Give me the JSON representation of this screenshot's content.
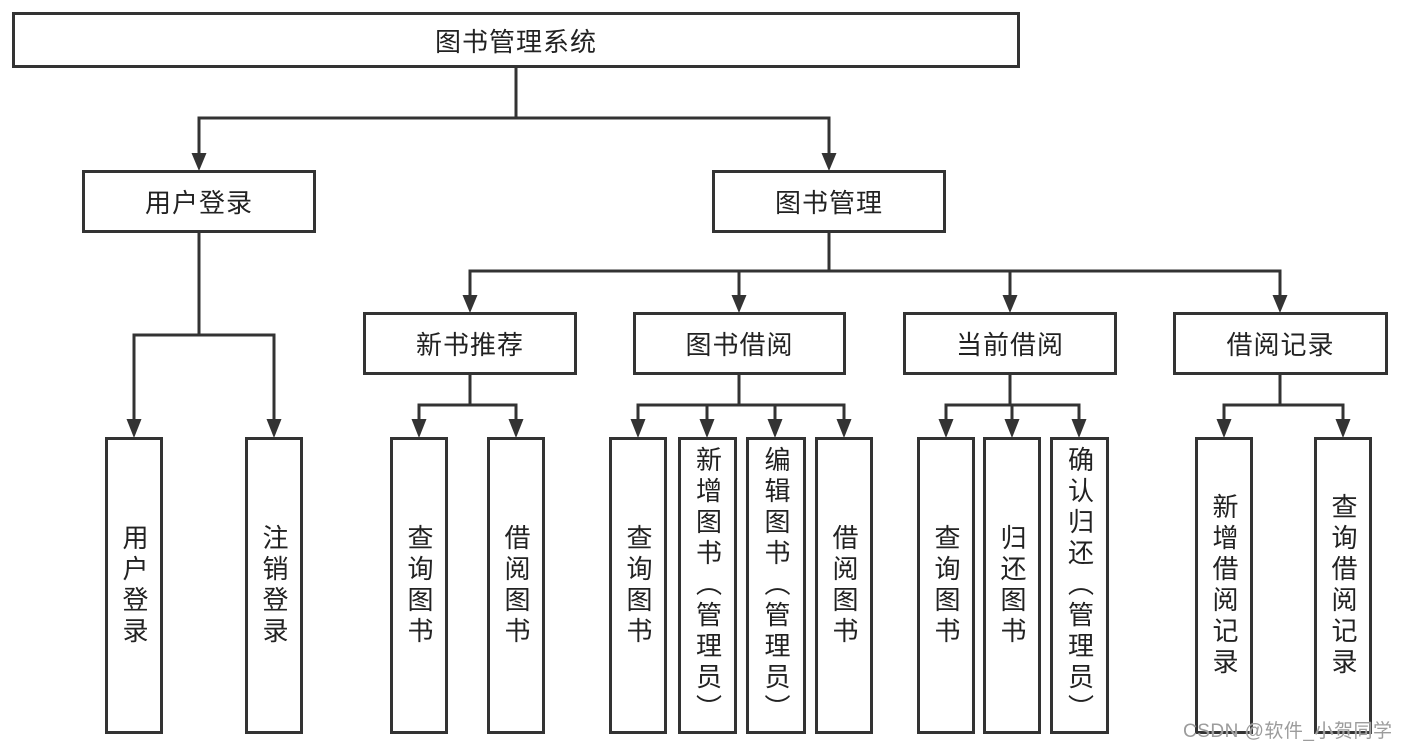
{
  "diagram_type": "hierarchy",
  "colors": {
    "line": "#333333",
    "text": "#222222",
    "background": "#ffffff",
    "watermark": "#9c9c9c"
  },
  "tree": {
    "label": "图书管理系统",
    "children": [
      {
        "label": "用户登录",
        "children": [
          {
            "label": "用户登录"
          },
          {
            "label": "注销登录"
          }
        ]
      },
      {
        "label": "图书管理",
        "children": [
          {
            "label": "新书推荐",
            "children": [
              {
                "label": "查询图书"
              },
              {
                "label": "借阅图书"
              }
            ]
          },
          {
            "label": "图书借阅",
            "children": [
              {
                "label": "查询图书"
              },
              {
                "label": "新增图书（管理员）"
              },
              {
                "label": "编辑图书（管理员）"
              },
              {
                "label": "借阅图书"
              }
            ]
          },
          {
            "label": "当前借阅",
            "children": [
              {
                "label": "查询图书"
              },
              {
                "label": "归还图书"
              },
              {
                "label": "确认归还（管理员）"
              }
            ]
          },
          {
            "label": "借阅记录",
            "children": [
              {
                "label": "新增借阅记录"
              },
              {
                "label": "查询借阅记录"
              }
            ]
          }
        ]
      }
    ]
  },
  "watermark": {
    "text": "CSDN @软件_小贺同学"
  }
}
